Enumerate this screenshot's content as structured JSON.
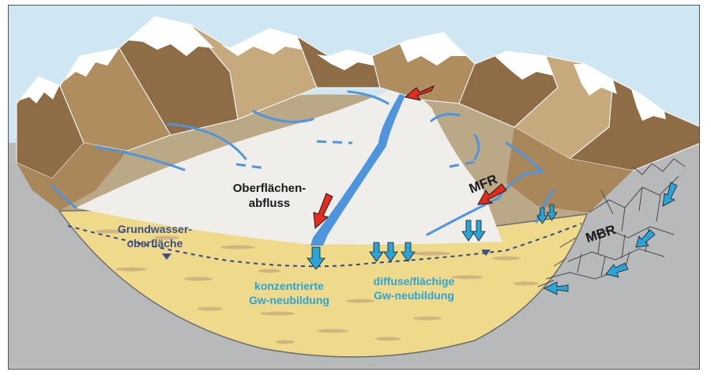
{
  "labels": {
    "surface_runoff": [
      "Oberflächen-",
      "abfluss"
    ],
    "groundwater_surface": [
      "Grundwasser-",
      "oberfläche"
    ],
    "concentrated_recharge": [
      "konzentrierte",
      "Gw-neubildung"
    ],
    "diffuse_recharge": [
      "diffuse/flächige",
      "Gw-neubildung"
    ],
    "mfr": "MFR",
    "mbr": "MBR"
  },
  "colors": {
    "sky": "#cfe6f3",
    "rock_gray": "#b8b9bb",
    "aquifer": "#efd98a",
    "fan": "#efeeea",
    "slope": "#bba886",
    "mountain_dark": "#8e6c45",
    "mountain_light": "#c7a97e",
    "snow": "#ffffff",
    "stream": "#4f95dd",
    "arrow_red": "#e62b1e",
    "arrow_blue": "#2aa4d8",
    "dashed_line": "#2c4a8a"
  }
}
